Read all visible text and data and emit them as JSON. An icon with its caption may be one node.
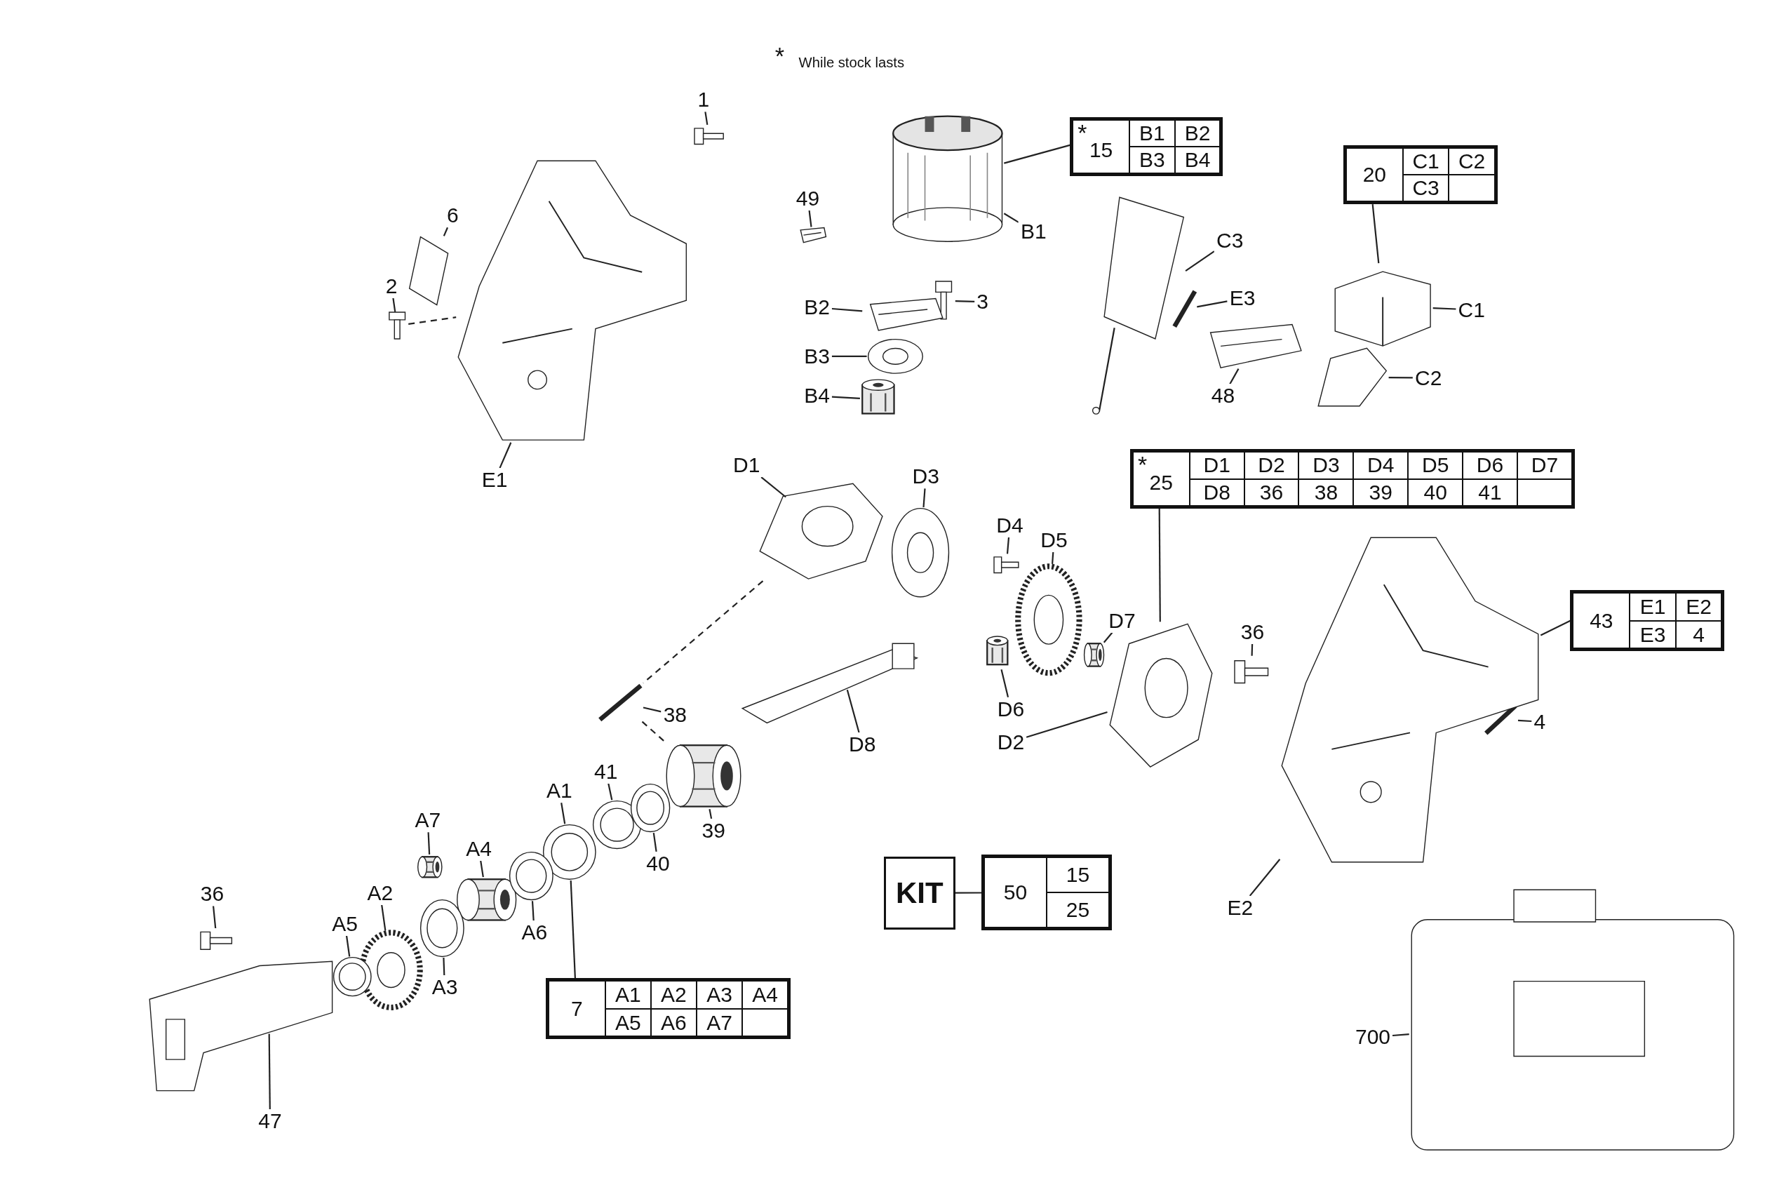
{
  "diagram": {
    "nodes": [
      {
        "text": [
          "1"
        ]
      },
      {
        "text": [],
        "shape": "picture"
      },
      {
        "text": [
          "6"
        ]
      },
      {
        "text": [],
        "shape": "picture"
      },
      {
        "text": [
          "2"
        ]
      },
      {
        "text": [],
        "shape": "picture"
      },
      {
        "text": [
          "49"
        ]
      },
      {
        "text": [],
        "shape": "picture"
      },
      {
        "text": [
          "E1"
        ]
      },
      {
        "text": [],
        "shape": "picture"
      },
      {
        "text": [
          "*",
          "15",
          "B1",
          "B2",
          "B3",
          "B4"
        ]
      },
      {
        "text": [
          "B1"
        ]
      },
      {
        "text": [],
        "shape": "picture"
      },
      {
        "text": [
          "3"
        ]
      },
      {
        "text": [],
        "shape": "picture"
      },
      {
        "text": [
          "B2"
        ]
      },
      {
        "text": [],
        "shape": "picture"
      },
      {
        "text": [
          "B3"
        ]
      },
      {
        "text": [],
        "shape": "picture"
      },
      {
        "text": [
          "B4"
        ]
      },
      {
        "text": [],
        "shape": "picture"
      },
      {
        "text": [
          "C3"
        ]
      },
      {
        "text": [],
        "shape": "picture"
      },
      {
        "text": [
          "E3"
        ]
      },
      {
        "text": [],
        "shape": "picture"
      },
      {
        "text": [
          "48"
        ]
      },
      {
        "text": [],
        "shape": "picture"
      },
      {
        "text": [
          "20",
          "C1",
          "C2",
          "C3"
        ]
      },
      {
        "text": [
          "C1"
        ]
      },
      {
        "text": [],
        "shape": "picture"
      },
      {
        "text": [
          "C2"
        ]
      },
      {
        "text": [],
        "shape": "picture"
      },
      {
        "text": [
          "D1"
        ]
      },
      {
        "text": [],
        "shape": "picture"
      },
      {
        "text": [
          "D3"
        ]
      },
      {
        "text": [],
        "shape": "picture"
      },
      {
        "text": [
          "D4"
        ]
      },
      {
        "text": [],
        "shape": "picture"
      },
      {
        "text": [
          "D5"
        ]
      },
      {
        "text": [],
        "shape": "picture"
      },
      {
        "text": [
          "*",
          "25",
          "D1",
          "D2",
          "D3",
          "D4",
          "D5",
          "D6",
          "D7",
          "D8",
          "36",
          "38",
          "39",
          "40",
          "41"
        ]
      },
      {
        "text": [
          "D7"
        ]
      },
      {
        "text": [],
        "shape": "picture"
      },
      {
        "text": [
          "D6"
        ]
      },
      {
        "text": [
          "D2"
        ]
      },
      {
        "text": [],
        "shape": "picture"
      },
      {
        "text": [
          "36"
        ]
      },
      {
        "text": [],
        "shape": "picture"
      },
      {
        "text": [
          "43",
          "E1",
          "E2",
          "E3",
          "4"
        ]
      },
      {
        "text": [
          "4"
        ]
      },
      {
        "text": [],
        "shape": "picture"
      },
      {
        "text": [
          "38"
        ]
      },
      {
        "text": [],
        "shape": "picture"
      },
      {
        "text": [
          "D8"
        ]
      },
      {
        "text": [],
        "shape": "picture"
      },
      {
        "text": [
          "41"
        ]
      },
      {
        "text": [],
        "shape": "picture"
      },
      {
        "text": [
          "A1"
        ]
      },
      {
        "text": [],
        "shape": "picture"
      },
      {
        "text": [
          "39"
        ]
      },
      {
        "text": [],
        "shape": "picture"
      },
      {
        "text": [
          "40"
        ]
      },
      {
        "text": [],
        "shape": "picture"
      },
      {
        "text": [
          "A7"
        ]
      },
      {
        "text": [],
        "shape": "picture"
      },
      {
        "text": [
          "A4"
        ]
      },
      {
        "text": [],
        "shape": "picture"
      },
      {
        "text": [
          "A2"
        ]
      },
      {
        "text": [],
        "shape": "picture"
      },
      {
        "text": [
          "A5"
        ]
      },
      {
        "text": [],
        "shape": "picture"
      },
      {
        "text": [
          "A6"
        ]
      },
      {
        "text": [],
        "shape": "picture"
      },
      {
        "text": [
          "A3"
        ]
      },
      {
        "text": [],
        "shape": "picture"
      },
      {
        "text": [
          "36"
        ]
      },
      {
        "text": [],
        "shape": "picture"
      },
      {
        "text": [
          "7",
          "A1",
          "A2",
          "A3",
          "A4",
          "A5",
          "A6",
          "A7"
        ]
      },
      {
        "text": [
          "KIT"
        ]
      },
      {
        "text": [
          "50",
          "15",
          "25"
        ]
      },
      {
        "text": [
          "E2"
        ]
      },
      {
        "text": [],
        "shape": "picture"
      },
      {
        "text": [
          "47"
        ]
      },
      {
        "text": [],
        "shape": "picture"
      },
      {
        "text": [
          "700"
        ]
      },
      {
        "text": [],
        "shape": "picture"
      },
      {
        "text": [],
        "shape": "picture"
      }
    ],
    "edges": [
      {
        "from": 0,
        "to": 1,
        "arrow": "none"
      },
      {
        "from": 2,
        "to": 3,
        "arrow": "none"
      },
      {
        "from": 4,
        "to": 5,
        "arrow": "none"
      },
      {
        "from": 5,
        "to": 9,
        "arrow": "none",
        "style": "dashed"
      },
      {
        "from": 6,
        "to": 7,
        "arrow": "none"
      },
      {
        "from": 8,
        "to": 9,
        "arrow": "none"
      },
      {
        "from": 10,
        "to": 12,
        "arrow": "none"
      },
      {
        "from": 11,
        "to": 12,
        "arrow": "none"
      },
      {
        "from": 13,
        "to": 14,
        "arrow": "none"
      },
      {
        "from": 15,
        "to": 16,
        "arrow": "none"
      },
      {
        "from": 17,
        "to": 18,
        "arrow": "none"
      },
      {
        "from": 19,
        "to": 20,
        "arrow": "none"
      },
      {
        "from": 21,
        "to": 22,
        "arrow": "none"
      },
      {
        "from": 23,
        "to": 24,
        "arrow": "none"
      },
      {
        "from": 25,
        "to": 26,
        "arrow": "none"
      },
      {
        "from": 27,
        "to": 29,
        "arrow": "none"
      },
      {
        "from": 28,
        "to": 29,
        "arrow": "none"
      },
      {
        "from": 30,
        "to": 31,
        "arrow": "none"
      },
      {
        "from": 32,
        "to": 33,
        "arrow": "none"
      },
      {
        "from": 34,
        "to": 35,
        "arrow": "none"
      },
      {
        "from": 36,
        "to": 37,
        "arrow": "none"
      },
      {
        "from": 38,
        "to": 39,
        "arrow": "none"
      },
      {
        "from": 40,
        "to": 45,
        "arrow": "none"
      },
      {
        "from": 41,
        "to": 42,
        "arrow": "none"
      },
      {
        "from": 43,
        "to": 86,
        "arrow": "none"
      },
      {
        "from": 44,
        "to": 45,
        "arrow": "none"
      },
      {
        "from": 46,
        "to": 47,
        "arrow": "none"
      },
      {
        "from": 48,
        "to": 81,
        "arrow": "none"
      },
      {
        "from": 49,
        "to": 50,
        "arrow": "none"
      },
      {
        "from": 33,
        "to": 52,
        "arrow": "none",
        "style": "dashed"
      },
      {
        "from": 52,
        "to": 60,
        "arrow": "none",
        "style": "dashed"
      },
      {
        "from": 51,
        "to": 52,
        "arrow": "none"
      },
      {
        "from": 53,
        "to": 54,
        "arrow": "none"
      },
      {
        "from": 55,
        "to": 56,
        "arrow": "none"
      },
      {
        "from": 57,
        "to": 58,
        "arrow": "none"
      },
      {
        "from": 59,
        "to": 60,
        "arrow": "none"
      },
      {
        "from": 61,
        "to": 62,
        "arrow": "none"
      },
      {
        "from": 63,
        "to": 64,
        "arrow": "none"
      },
      {
        "from": 65,
        "to": 66,
        "arrow": "none"
      },
      {
        "from": 67,
        "to": 68,
        "arrow": "none"
      },
      {
        "from": 69,
        "to": 70,
        "arrow": "none"
      },
      {
        "from": 71,
        "to": 72,
        "arrow": "none"
      },
      {
        "from": 73,
        "to": 74,
        "arrow": "none"
      },
      {
        "from": 75,
        "to": 76,
        "arrow": "none"
      },
      {
        "from": 77,
        "to": 58,
        "arrow": "none"
      },
      {
        "from": 78,
        "to": 79,
        "arrow": "none"
      },
      {
        "from": 80,
        "to": 81,
        "arrow": "none"
      },
      {
        "from": 82,
        "to": 83,
        "arrow": "none"
      },
      {
        "from": 84,
        "to": 85,
        "arrow": "none"
      }
    ],
    "labels": [
      "*",
      "While stock lasts"
    ]
  }
}
